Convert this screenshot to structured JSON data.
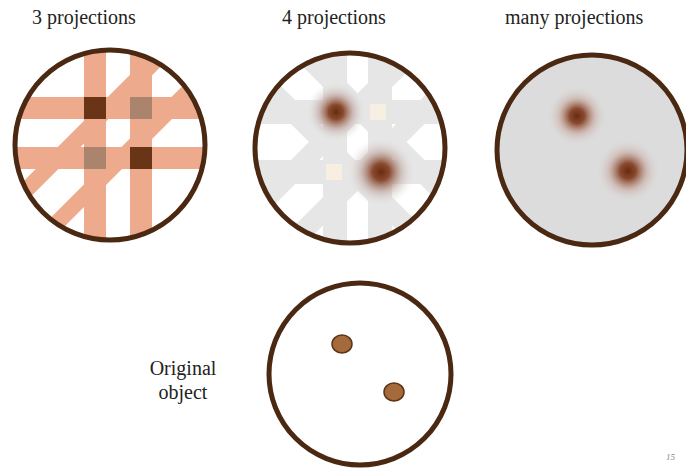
{
  "diagram": {
    "labels": [
      "3 projections",
      "4 projections",
      "many projections",
      "Original object",
      "15"
    ]
  }
}
